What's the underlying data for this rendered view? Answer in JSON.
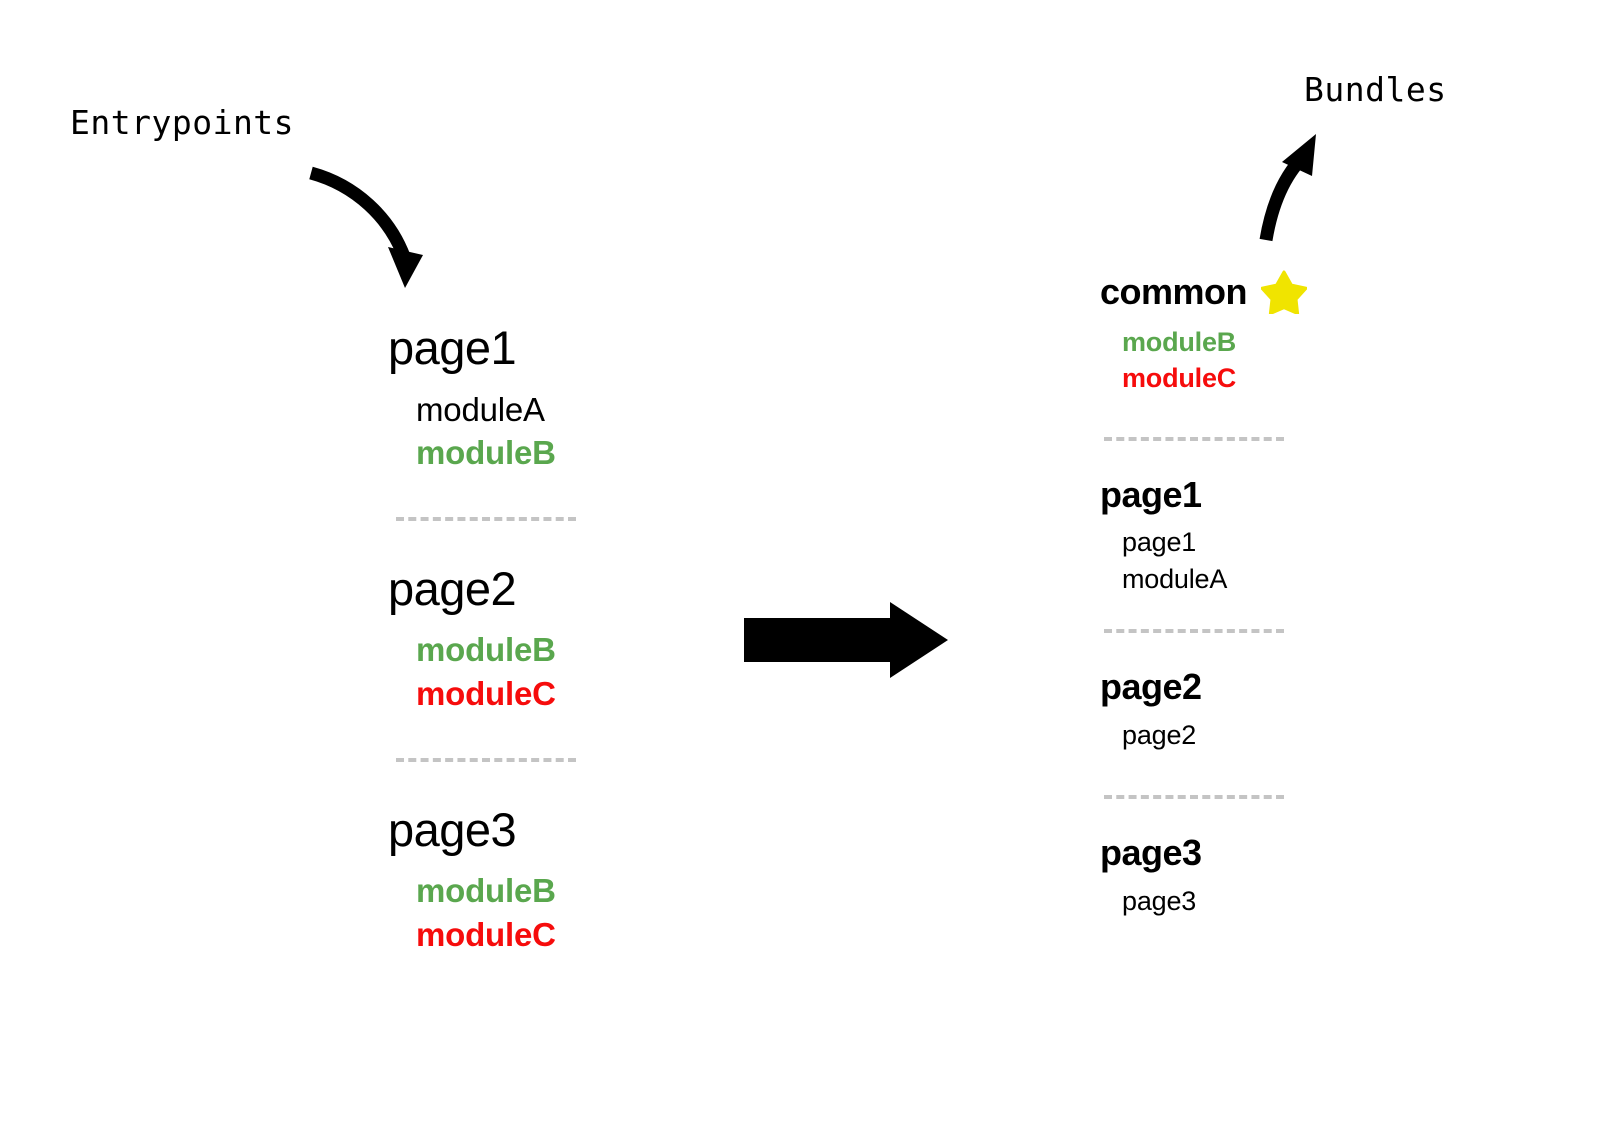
{
  "diagram": {
    "background_color": "#ffffff",
    "accent_colors": {
      "green": "#5aa74e",
      "red": "#f60c0c",
      "star_yellow": "#f0e400",
      "divider_gray": "#c4c4c4",
      "text_black": "#000000"
    }
  },
  "annotations": {
    "entrypoints_label": "Entrypoints",
    "bundles_label": "Bundles",
    "entrypoints_arrow_icon": "curved-arrow-down-right-icon",
    "bundles_arrow_icon": "curved-arrow-up-right-icon",
    "transform_arrow_icon": "block-arrow-right-icon"
  },
  "left_column": {
    "groups": [
      {
        "heading": "page1",
        "items": [
          {
            "text": "moduleA",
            "color": "black",
            "weight": "regular"
          },
          {
            "text": "moduleB",
            "color": "green",
            "weight": "bold"
          }
        ]
      },
      {
        "heading": "page2",
        "items": [
          {
            "text": "moduleB",
            "color": "green",
            "weight": "bold"
          },
          {
            "text": "moduleC",
            "color": "red",
            "weight": "bold"
          }
        ]
      },
      {
        "heading": "page3",
        "items": [
          {
            "text": "moduleB",
            "color": "green",
            "weight": "bold"
          },
          {
            "text": "moduleC",
            "color": "red",
            "weight": "bold"
          }
        ]
      }
    ]
  },
  "right_column": {
    "groups": [
      {
        "heading": "common",
        "badge_icon": "star-icon",
        "items": [
          {
            "text": "moduleB",
            "color": "green",
            "weight": "bold"
          },
          {
            "text": "moduleC",
            "color": "red",
            "weight": "bold"
          }
        ]
      },
      {
        "heading": "page1",
        "items": [
          {
            "text": "page1",
            "color": "black",
            "weight": "regular"
          },
          {
            "text": "moduleA",
            "color": "black",
            "weight": "regular"
          }
        ]
      },
      {
        "heading": "page2",
        "items": [
          {
            "text": "page2",
            "color": "black",
            "weight": "regular"
          }
        ]
      },
      {
        "heading": "page3",
        "items": [
          {
            "text": "page3",
            "color": "black",
            "weight": "regular"
          }
        ]
      }
    ]
  }
}
